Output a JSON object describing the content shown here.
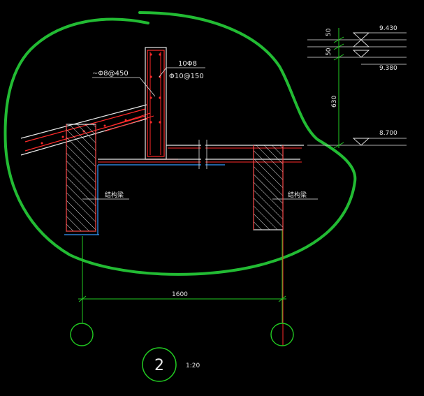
{
  "colors": {
    "background": "#000000",
    "annotation": "#22bb33",
    "concrete": "#e6e6e6",
    "rebar": "#ff2a2a",
    "dimension": "#22cc22",
    "insulation": "#3399ff",
    "text": "#e8e8e8"
  },
  "rebar_labels": {
    "top_rebar": "10Φ8",
    "stirrup": "Φ10@150",
    "distribution": "~Φ8@450"
  },
  "beam_labels": {
    "left": "结构梁",
    "right": "结构梁"
  },
  "elevations": {
    "top": "9.430",
    "middle": "9.380",
    "bottom": "8.700"
  },
  "vertical_dims": {
    "d1": "50",
    "d2": "50",
    "d3": "630"
  },
  "horizontal_dim": "1600",
  "detail": {
    "number": "2",
    "scale": "1:20"
  }
}
